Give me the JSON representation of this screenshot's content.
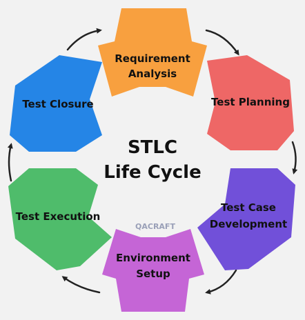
{
  "center": {
    "line1": "STLC",
    "line2": "Life Cycle"
  },
  "watermark": "QACRAFT",
  "phases": [
    {
      "line1": "Requirement",
      "line2": "Analysis",
      "color": "#f8a03f"
    },
    {
      "line1": "Test Planning",
      "line2": "",
      "color": "#ee6766"
    },
    {
      "line1": "Test Case",
      "line2": "Development",
      "color": "#7150d9"
    },
    {
      "line1": "Environment",
      "line2": "Setup",
      "color": "#c565d6"
    },
    {
      "line1": "Test Execution",
      "line2": "",
      "color": "#4fbc6b"
    },
    {
      "line1": "Test Closure",
      "line2": "",
      "color": "#2585e6"
    }
  ],
  "arrow_color": "#222222"
}
